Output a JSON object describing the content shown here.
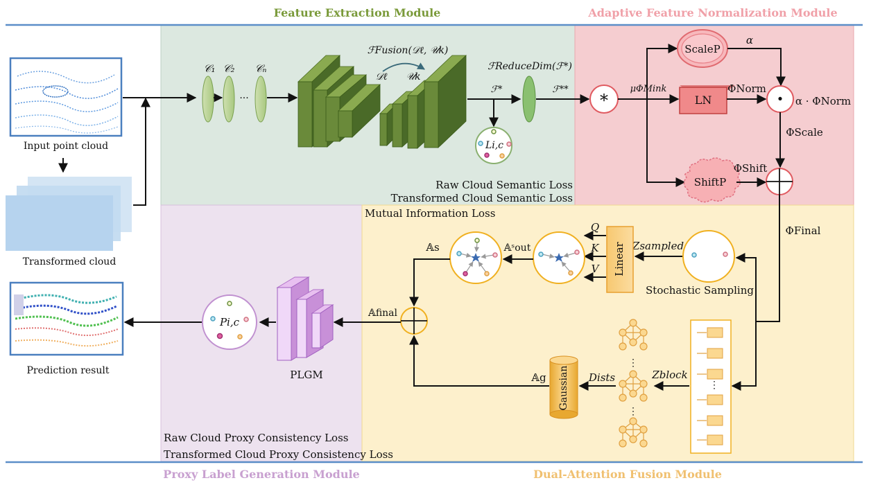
{
  "modules": {
    "feature_extraction": "Feature Extraction Module",
    "adaptive_normalization": "Adaptive Feature Normalization Module",
    "proxy_label": "Proxy Label Generation Module",
    "dual_attention": "Dual-Attention Fusion Module"
  },
  "left": {
    "input_label": "Input point cloud",
    "transformed_label": "Transformed cloud",
    "prediction_label": "Prediction result"
  },
  "feature": {
    "c1": "𝒞₁",
    "c2": "𝒞₂",
    "cn": "𝒞ₙ",
    "ellipsis": "···",
    "fusion": "ℱFusion(𝒟ℓ, 𝒰k)",
    "d_l": "𝒟ℓ",
    "u_k": "𝒰k",
    "reduce_dim": "ℱReduceDim(ℱ*)",
    "f_star": "ℱ*",
    "f_starstar": "ℱ**",
    "l_ic": "Li,c",
    "loss_raw": "Raw Cloud Semantic Loss",
    "loss_trans": "Transformed Cloud Semantic Loss"
  },
  "normalization": {
    "star": "*",
    "mu": "μΦMink",
    "scalep": "ScaleP",
    "alpha": "α",
    "ln": "LN",
    "phi_norm": "ΦNorm",
    "dot": "·",
    "alpha_phi": "α · ΦNorm",
    "phi_scale": "ΦScale",
    "shiftp": "ShiftP",
    "phi_shift": "ΦShift"
  },
  "fusion": {
    "mutual_info": "Mutual Information Loss",
    "phi_final": "ΦFinal",
    "z_sampled": "Zsampled",
    "stochastic": "Stochastic Sampling",
    "linear": "Linear",
    "q": "Q",
    "k": "K",
    "v": "V",
    "a_out": "𝔸ˢout",
    "a_s": "𝔸s",
    "a_final": "𝔸final",
    "a_g": "𝔸g",
    "gaussian": "Gaussian",
    "dists": "Dists",
    "z_block": "Zblock"
  },
  "proxy": {
    "p_ic": "Pi,c",
    "plgm": "PLGM",
    "loss_raw": "Raw Cloud Proxy Consistency Loss",
    "loss_trans": "Transformed Cloud Proxy Consistency Loss"
  },
  "colors": {
    "border_blue": "#5b8ec8",
    "feature_bg": "#dce8e0",
    "norm_bg": "#f5cdd0",
    "proxy_bg": "#ede2ef",
    "fusion_bg": "#fdf0cc",
    "green_block": "#6a8a3a",
    "green_title": "#7a9a3a",
    "pink_title": "#f0a0a8",
    "purple_title": "#c8a0d0",
    "orange_title": "#f0c070",
    "red_node": "#e05a60",
    "yellow_node": "#f0b020"
  }
}
